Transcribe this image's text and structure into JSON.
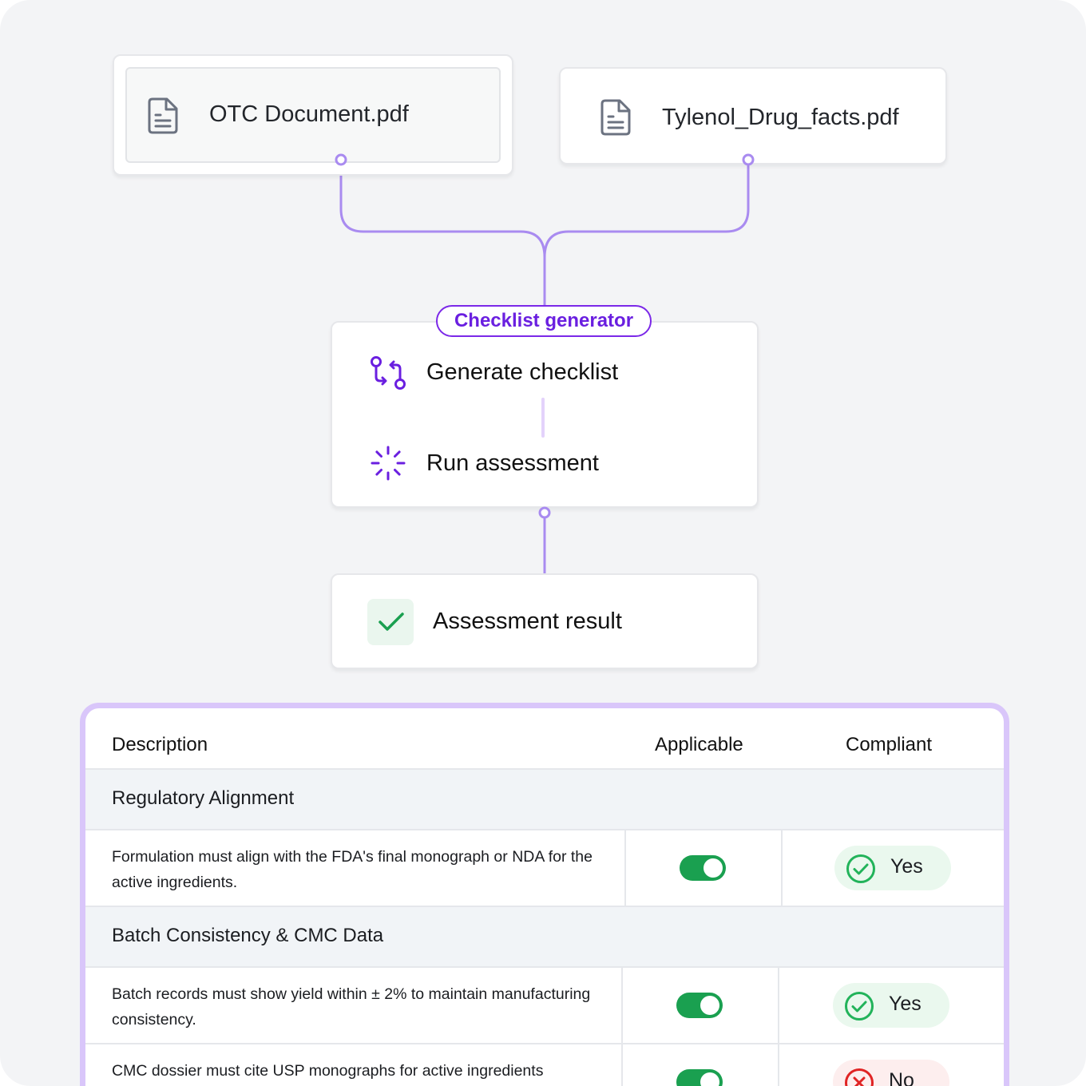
{
  "files": [
    {
      "name": "OTC Document.pdf",
      "icon": "document-icon"
    },
    {
      "name": "Tylenol_Drug_facts.pdf",
      "icon": "document-icon"
    }
  ],
  "generator": {
    "badge": "Checklist generator",
    "steps": [
      {
        "label": "Generate checklist",
        "icon": "git-compare-icon"
      },
      {
        "label": "Run assessment",
        "icon": "loader-icon"
      }
    ]
  },
  "result": {
    "label": "Assessment result",
    "icon": "check-icon"
  },
  "table": {
    "headers": {
      "description": "Description",
      "applicable": "Applicable",
      "compliant": "Compliant"
    },
    "groups": [
      {
        "title": "Regulatory Alignment",
        "rows": [
          {
            "description": "Formulation must align with the FDA's final monograph or NDA for the active ingredients.",
            "applicable": true,
            "compliant": "Yes"
          }
        ]
      },
      {
        "title": "Batch Consistency & CMC Data",
        "rows": [
          {
            "description": "Batch records must show yield within ± 2% to maintain manufacturing consistency.",
            "applicable": true,
            "compliant": "Yes"
          },
          {
            "description": "CMC dossier must cite USP monographs for active ingredients",
            "applicable": true,
            "compliant": "No"
          }
        ]
      }
    ]
  },
  "colors": {
    "accent": "#7b28e8",
    "connector": "#a98bf0",
    "panel_border": "#d9c6fa",
    "toggle_on": "#1aa050",
    "yes": "#22b35a",
    "no": "#e02424"
  }
}
